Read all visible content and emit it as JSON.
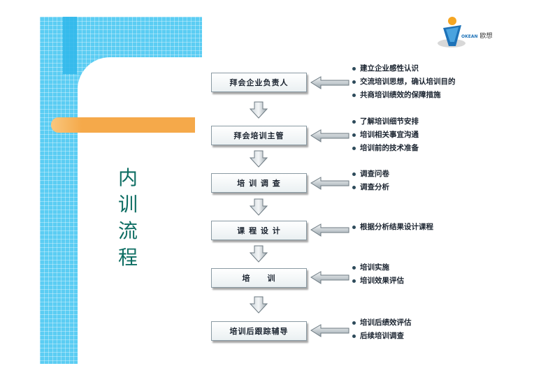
{
  "side_title": [
    "内",
    "训",
    "流",
    "程"
  ],
  "logo": {
    "text": "欧想",
    "small": "OKEAN"
  },
  "steps": [
    {
      "label": "拜会企业负责人",
      "items": [
        "建立企业感性认识",
        "交流培训思想，确认培训目的",
        "共商培训绩效的保障措施"
      ]
    },
    {
      "label": "拜会培训主管",
      "items": [
        "了解培训细节安排",
        "培训相关事宜沟通",
        "培训前的技术准备"
      ]
    },
    {
      "label": "培 训 调 查",
      "items": [
        "调查问卷",
        "调查分析"
      ]
    },
    {
      "label": "课 程 设 计",
      "items": [
        "根据分析结果设计课程"
      ]
    },
    {
      "label": "培　　训",
      "items": [
        "培训实施",
        "培训效果评估"
      ]
    },
    {
      "label": "培训后跟踪辅导",
      "items": [
        "培训后绩效评估",
        "后续培训调查"
      ]
    }
  ]
}
